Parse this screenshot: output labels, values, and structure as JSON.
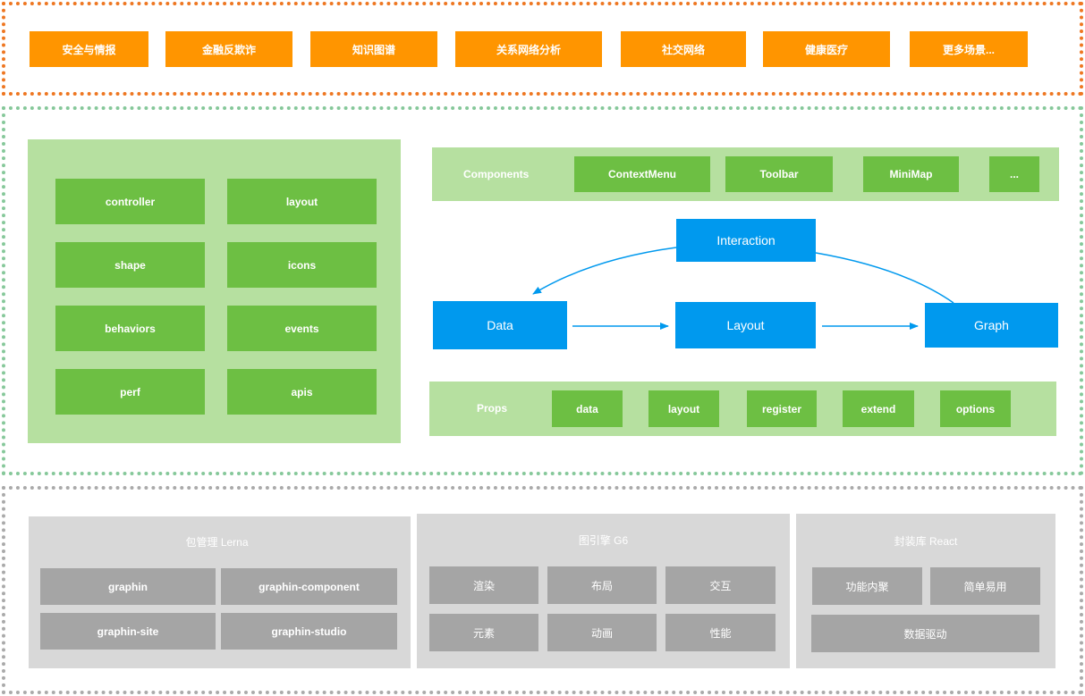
{
  "scenarios": [
    "安全与情报",
    "金融反欺诈",
    "知识图谱",
    "关系网络分析",
    "社交网络",
    "健康医疗",
    "更多场景..."
  ],
  "modules": [
    "controller",
    "layout",
    "shape",
    "icons",
    "behaviors",
    "events",
    "perf",
    "apis"
  ],
  "components": {
    "label": "Components",
    "items": [
      "ContextMenu",
      "Toolbar",
      "MiniMap",
      "..."
    ]
  },
  "flow": {
    "interaction": "Interaction",
    "data": "Data",
    "layout": "Layout",
    "graph": "Graph"
  },
  "props": {
    "label": "Props",
    "items": [
      "data",
      "layout",
      "register",
      "extend",
      "options"
    ]
  },
  "packages": {
    "lerna": {
      "title": "包管理 Lerna",
      "items": [
        "graphin",
        "graphin-component",
        "graphin-site",
        "graphin-studio"
      ]
    },
    "g6": {
      "title": "图引擎 G6",
      "items": [
        "渲染",
        "布局",
        "交互",
        "元素",
        "动画",
        "性能"
      ]
    },
    "react": {
      "title": "封装库 React",
      "items": [
        "功能内聚",
        "简单易用",
        "数据驱动"
      ]
    }
  },
  "colors": {
    "orange": "#ff9500",
    "green": "#6dbf43",
    "light_green": "#b6e0a0",
    "blue": "#0099ee",
    "gray": "#a5a5a5",
    "light_gray": "#d8d8d8"
  }
}
